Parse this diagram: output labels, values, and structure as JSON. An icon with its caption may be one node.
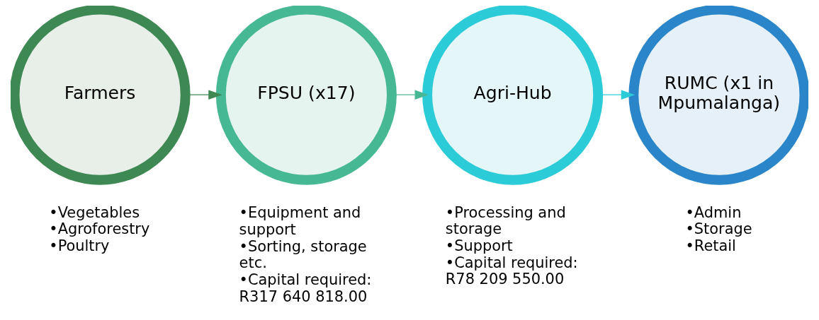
{
  "diagram": {
    "nodes": [
      {
        "text": [
          "Farmers"
        ],
        "beside": [
          "•Vegetables",
          "•Agroforestry",
          "•Poultry"
        ]
      },
      {
        "text": [
          "FPSU (x17)"
        ],
        "beside": [
          "•Equipment and support",
          "•Sorting, storage etc.",
          "•Capital required: R317 640 818.00"
        ]
      },
      {
        "text": [
          "Agri-Hub"
        ],
        "beside": [
          "•Processing and storage",
          "•Support",
          "•Capital required: R78 209 550.00"
        ]
      },
      {
        "text": [
          "RUMC (x1 in Mpumalanga)"
        ],
        "beside": [
          "•Admin",
          "•Storage",
          "•Retail"
        ]
      }
    ],
    "edges": [
      {
        "from": 0,
        "to": 1,
        "arrow": "to",
        "color": "#3e8853"
      },
      {
        "from": 1,
        "to": 2,
        "arrow": "to",
        "color": "#47b894"
      },
      {
        "from": 2,
        "to": 3,
        "arrow": "to",
        "color": "#2ccbd8"
      }
    ]
  }
}
